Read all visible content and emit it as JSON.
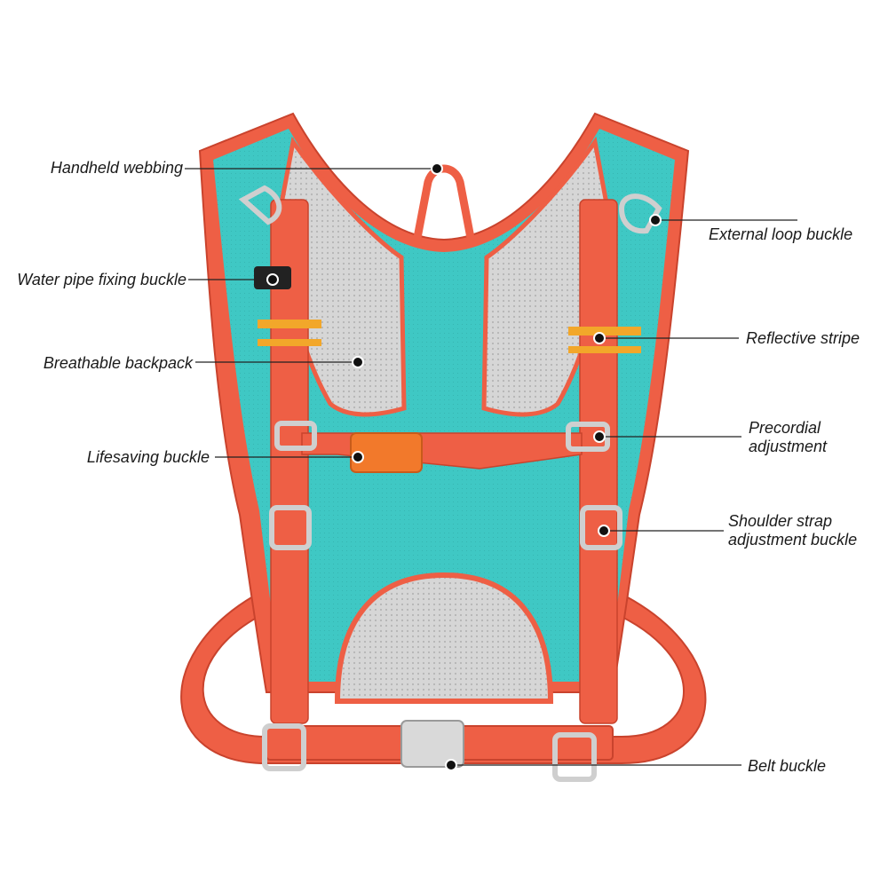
{
  "colors": {
    "strap": "#ee5f45",
    "strap_dark": "#c9432d",
    "teal": "#3fc8c4",
    "teal_dark": "#2aa7a4",
    "mesh": "#d3d3d3",
    "mesh_dark": "#b0b0b0",
    "reflective": "#f2a72a",
    "buckle": "#cfcfcf",
    "buckle_orange": "#f2792b",
    "marker": "#111111",
    "leader": "#222222"
  },
  "callouts": {
    "handheld_webbing": "Handheld webbing",
    "water_pipe_fixing_buckle": "Water pipe fixing buckle",
    "breathable_backpack": "Breathable backpack",
    "lifesaving_buckle": "Lifesaving buckle",
    "external_loop_buckle": "External loop buckle",
    "reflective_stripe": "Reflective stripe",
    "precordial_adjustment_1": "Precordial",
    "precordial_adjustment_2": "adjustment",
    "shoulder_strap_adjustment_buckle_1": "Shoulder strap",
    "shoulder_strap_adjustment_buckle_2": "adjustment buckle",
    "belt_buckle": "Belt buckle"
  }
}
